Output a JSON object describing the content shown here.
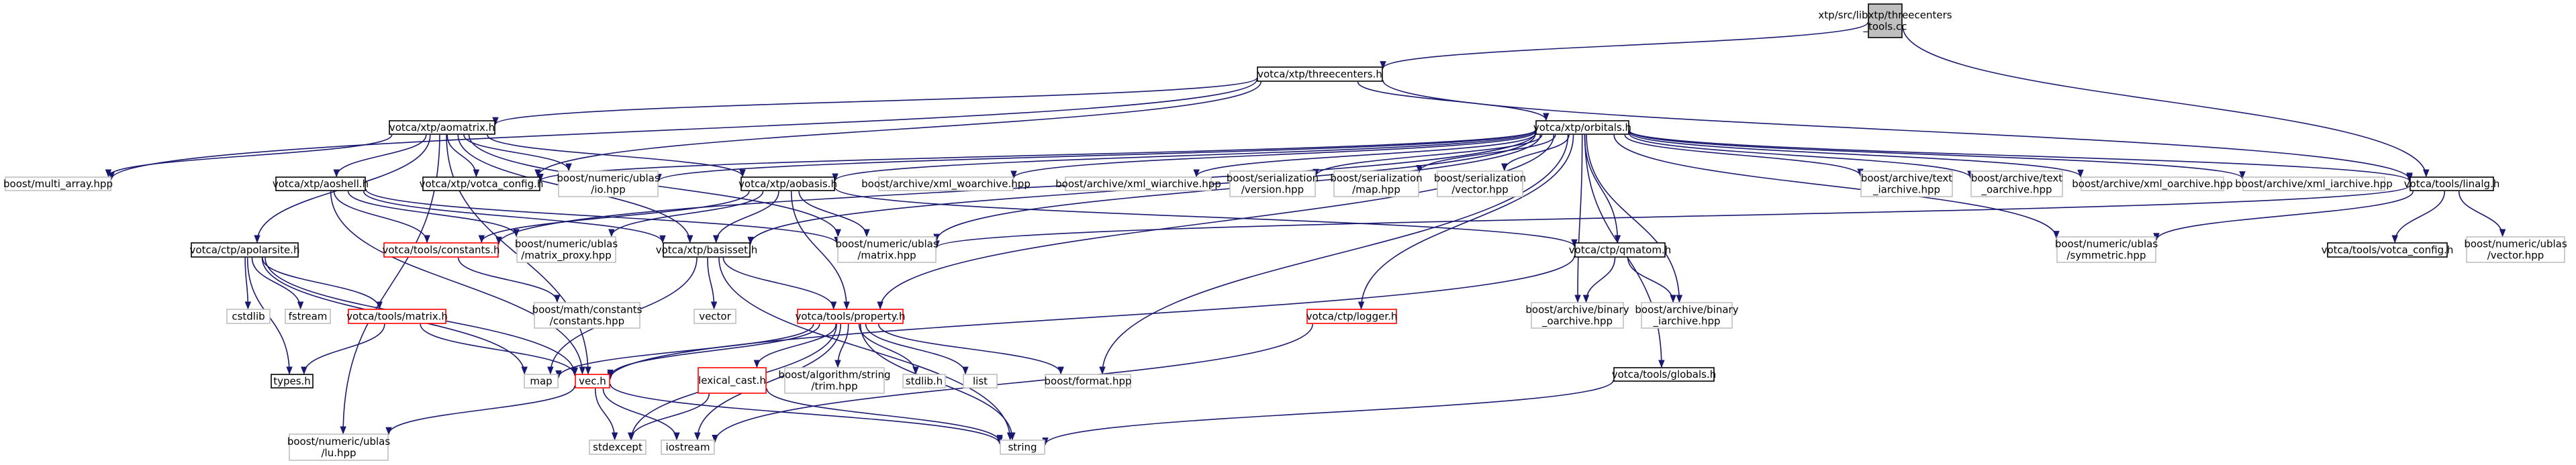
{
  "colors": {
    "edge": "#191970",
    "root_fill": "#bfbfbf",
    "node_border": "#000000",
    "external_border": "#bfbfbf",
    "missing_border": "#ff0000",
    "background": "#ffffff"
  },
  "nodes": [
    {
      "id": "root",
      "lines": [
        "xtp/src/libxtp/threecenters",
        "_tools.cc"
      ],
      "kind": "root"
    },
    {
      "id": "threecenters",
      "lines": [
        "votca/xtp/threecenters.h"
      ],
      "kind": "internal"
    },
    {
      "id": "aomatrix",
      "lines": [
        "votca/xtp/aomatrix.h"
      ],
      "kind": "internal"
    },
    {
      "id": "orbitals",
      "lines": [
        "votca/xtp/orbitals.h"
      ],
      "kind": "internal"
    },
    {
      "id": "linalg",
      "lines": [
        "votca/tools/linalg.h"
      ],
      "kind": "internal"
    },
    {
      "id": "multi_array",
      "lines": [
        "boost/multi_array.hpp"
      ],
      "kind": "external"
    },
    {
      "id": "aoshell",
      "lines": [
        "votca/xtp/aoshell.h"
      ],
      "kind": "internal"
    },
    {
      "id": "xtp_config",
      "lines": [
        "votca/xtp/votca_config.h"
      ],
      "kind": "internal"
    },
    {
      "id": "ublas_io",
      "lines": [
        "boost/numeric/ublas",
        "/io.hpp"
      ],
      "kind": "external"
    },
    {
      "id": "aobasis",
      "lines": [
        "votca/xtp/aobasis.h"
      ],
      "kind": "internal"
    },
    {
      "id": "xml_woarchive",
      "lines": [
        "boost/archive/xml_woarchive.hpp"
      ],
      "kind": "external"
    },
    {
      "id": "xml_wiarchive",
      "lines": [
        "boost/archive/xml_wiarchive.hpp"
      ],
      "kind": "external"
    },
    {
      "id": "ser_version",
      "lines": [
        "boost/serialization",
        "/version.hpp"
      ],
      "kind": "external"
    },
    {
      "id": "ser_map",
      "lines": [
        "boost/serialization",
        "/map.hpp"
      ],
      "kind": "external"
    },
    {
      "id": "ser_vector",
      "lines": [
        "boost/serialization",
        "/vector.hpp"
      ],
      "kind": "external"
    },
    {
      "id": "text_iarchive",
      "lines": [
        "boost/archive/text",
        "_iarchive.hpp"
      ],
      "kind": "external"
    },
    {
      "id": "text_oarchive",
      "lines": [
        "boost/archive/text",
        "_oarchive.hpp"
      ],
      "kind": "external"
    },
    {
      "id": "xml_oarchive",
      "lines": [
        "boost/archive/xml_oarchive.hpp"
      ],
      "kind": "external"
    },
    {
      "id": "xml_iarchive",
      "lines": [
        "boost/archive/xml_iarchive.hpp"
      ],
      "kind": "external"
    },
    {
      "id": "apolarsite",
      "lines": [
        "votca/ctp/apolarsite.h"
      ],
      "kind": "internal"
    },
    {
      "id": "constants_tools",
      "lines": [
        "votca/tools/constants.h"
      ],
      "kind": "missing"
    },
    {
      "id": "matrix_proxy",
      "lines": [
        "boost/numeric/ublas",
        "/matrix_proxy.hpp"
      ],
      "kind": "external"
    },
    {
      "id": "basisset",
      "lines": [
        "votca/xtp/basisset.h"
      ],
      "kind": "internal"
    },
    {
      "id": "ublas_matrix",
      "lines": [
        "boost/numeric/ublas",
        "/matrix.hpp"
      ],
      "kind": "external"
    },
    {
      "id": "qmatom",
      "lines": [
        "votca/ctp/qmatom.h"
      ],
      "kind": "internal"
    },
    {
      "id": "ublas_symmetric",
      "lines": [
        "boost/numeric/ublas",
        "/symmetric.hpp"
      ],
      "kind": "external"
    },
    {
      "id": "tools_config",
      "lines": [
        "votca/tools/votca_config.h"
      ],
      "kind": "internal"
    },
    {
      "id": "ublas_vector",
      "lines": [
        "boost/numeric/ublas",
        "/vector.hpp"
      ],
      "kind": "external"
    },
    {
      "id": "cstdlib",
      "lines": [
        "cstdlib"
      ],
      "kind": "external"
    },
    {
      "id": "fstream",
      "lines": [
        "fstream"
      ],
      "kind": "external"
    },
    {
      "id": "tools_matrix",
      "lines": [
        "votca/tools/matrix.h"
      ],
      "kind": "missing"
    },
    {
      "id": "math_constants",
      "lines": [
        "boost/math/constants",
        "/constants.hpp"
      ],
      "kind": "external"
    },
    {
      "id": "vector",
      "lines": [
        "vector"
      ],
      "kind": "external"
    },
    {
      "id": "property",
      "lines": [
        "votca/tools/property.h"
      ],
      "kind": "missing"
    },
    {
      "id": "logger",
      "lines": [
        "votca/ctp/logger.h"
      ],
      "kind": "missing"
    },
    {
      "id": "binary_oarchive",
      "lines": [
        "boost/archive/binary",
        "_oarchive.hpp"
      ],
      "kind": "external"
    },
    {
      "id": "binary_iarchive",
      "lines": [
        "boost/archive/binary",
        "_iarchive.hpp"
      ],
      "kind": "external"
    },
    {
      "id": "types",
      "lines": [
        "types.h"
      ],
      "kind": "internal"
    },
    {
      "id": "map",
      "lines": [
        "map"
      ],
      "kind": "external"
    },
    {
      "id": "vec",
      "lines": [
        "vec.h"
      ],
      "kind": "missing"
    },
    {
      "id": "lexical_cast",
      "lines": [
        "lexical_cast.h"
      ],
      "kind": "missing"
    },
    {
      "id": "trim",
      "lines": [
        "boost/algorithm/string",
        "/trim.hpp"
      ],
      "kind": "external"
    },
    {
      "id": "stdlib",
      "lines": [
        "stdlib.h"
      ],
      "kind": "external"
    },
    {
      "id": "list",
      "lines": [
        "list"
      ],
      "kind": "external"
    },
    {
      "id": "boost_format",
      "lines": [
        "boost/format.hpp"
      ],
      "kind": "external"
    },
    {
      "id": "globals",
      "lines": [
        "votca/tools/globals.h"
      ],
      "kind": "internal"
    },
    {
      "id": "ublas_lu",
      "lines": [
        "boost/numeric/ublas",
        "/lu.hpp"
      ],
      "kind": "external"
    },
    {
      "id": "stdexcept",
      "lines": [
        "stdexcept"
      ],
      "kind": "external"
    },
    {
      "id": "iostream",
      "lines": [
        "iostream"
      ],
      "kind": "external"
    },
    {
      "id": "string",
      "lines": [
        "string"
      ],
      "kind": "external"
    }
  ],
  "edges": [
    [
      "root",
      "threecenters"
    ],
    [
      "root",
      "linalg"
    ],
    [
      "threecenters",
      "aomatrix"
    ],
    [
      "threecenters",
      "orbitals"
    ],
    [
      "threecenters",
      "linalg"
    ],
    [
      "threecenters",
      "multi_array"
    ],
    [
      "threecenters",
      "xtp_config"
    ],
    [
      "aomatrix",
      "multi_array"
    ],
    [
      "aomatrix",
      "aoshell"
    ],
    [
      "aomatrix",
      "xtp_config"
    ],
    [
      "aomatrix",
      "ublas_io"
    ],
    [
      "aomatrix",
      "aobasis"
    ],
    [
      "aomatrix",
      "apolarsite"
    ],
    [
      "aomatrix",
      "basisset"
    ],
    [
      "aomatrix",
      "ublas_matrix"
    ],
    [
      "aomatrix",
      "vec"
    ],
    [
      "aomatrix",
      "ublas_lu"
    ],
    [
      "orbitals",
      "xtp_config"
    ],
    [
      "orbitals",
      "ublas_io"
    ],
    [
      "orbitals",
      "aobasis"
    ],
    [
      "orbitals",
      "xml_woarchive"
    ],
    [
      "orbitals",
      "xml_wiarchive"
    ],
    [
      "orbitals",
      "ser_version"
    ],
    [
      "orbitals",
      "ser_map"
    ],
    [
      "orbitals",
      "ser_vector"
    ],
    [
      "orbitals",
      "text_iarchive"
    ],
    [
      "orbitals",
      "text_oarchive"
    ],
    [
      "orbitals",
      "xml_oarchive"
    ],
    [
      "orbitals",
      "xml_iarchive"
    ],
    [
      "orbitals",
      "linalg"
    ],
    [
      "orbitals",
      "constants_tools"
    ],
    [
      "orbitals",
      "basisset"
    ],
    [
      "orbitals",
      "ublas_matrix"
    ],
    [
      "orbitals",
      "qmatom"
    ],
    [
      "orbitals",
      "ublas_symmetric"
    ],
    [
      "orbitals",
      "property"
    ],
    [
      "orbitals",
      "logger"
    ],
    [
      "orbitals",
      "binary_oarchive"
    ],
    [
      "orbitals",
      "binary_iarchive"
    ],
    [
      "orbitals",
      "boost_format"
    ],
    [
      "orbitals",
      "globals"
    ],
    [
      "linalg",
      "ublas_matrix"
    ],
    [
      "linalg",
      "ublas_symmetric"
    ],
    [
      "linalg",
      "tools_config"
    ],
    [
      "linalg",
      "ublas_vector"
    ],
    [
      "aoshell",
      "constants_tools"
    ],
    [
      "aoshell",
      "matrix_proxy"
    ],
    [
      "aoshell",
      "basisset"
    ],
    [
      "aoshell",
      "ublas_matrix"
    ],
    [
      "aoshell",
      "vec"
    ],
    [
      "aobasis",
      "constants_tools"
    ],
    [
      "aobasis",
      "matrix_proxy"
    ],
    [
      "aobasis",
      "basisset"
    ],
    [
      "aobasis",
      "ublas_matrix"
    ],
    [
      "aobasis",
      "qmatom"
    ],
    [
      "aobasis",
      "property"
    ],
    [
      "apolarsite",
      "cstdlib"
    ],
    [
      "apolarsite",
      "fstream"
    ],
    [
      "apolarsite",
      "tools_matrix"
    ],
    [
      "apolarsite",
      "types"
    ],
    [
      "apolarsite",
      "map"
    ],
    [
      "apolarsite",
      "vec"
    ],
    [
      "constants_tools",
      "math_constants"
    ],
    [
      "basisset",
      "vector"
    ],
    [
      "basisset",
      "property"
    ],
    [
      "basisset",
      "map"
    ],
    [
      "basisset",
      "string"
    ],
    [
      "qmatom",
      "binary_oarchive"
    ],
    [
      "qmatom",
      "binary_iarchive"
    ],
    [
      "qmatom",
      "vec"
    ],
    [
      "tools_matrix",
      "types"
    ],
    [
      "tools_matrix",
      "vec"
    ],
    [
      "property",
      "map"
    ],
    [
      "property",
      "vec"
    ],
    [
      "property",
      "lexical_cast"
    ],
    [
      "property",
      "trim"
    ],
    [
      "property",
      "stdlib"
    ],
    [
      "property",
      "list"
    ],
    [
      "property",
      "boost_format"
    ],
    [
      "property",
      "stdexcept"
    ],
    [
      "property",
      "iostream"
    ],
    [
      "property",
      "string"
    ],
    [
      "logger",
      "iostream"
    ],
    [
      "vec",
      "ublas_lu"
    ],
    [
      "vec",
      "stdexcept"
    ],
    [
      "vec",
      "iostream"
    ],
    [
      "vec",
      "string"
    ],
    [
      "lexical_cast",
      "stdexcept"
    ],
    [
      "lexical_cast",
      "string"
    ],
    [
      "globals",
      "string"
    ]
  ]
}
